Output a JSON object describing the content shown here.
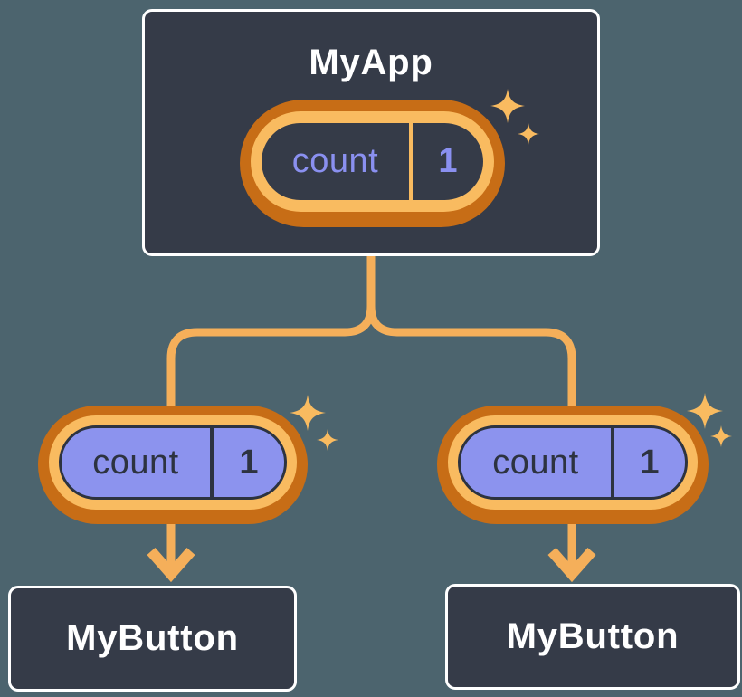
{
  "diagram": {
    "parent": {
      "title": "MyApp",
      "state_label": "count",
      "state_value": "1"
    },
    "children": [
      {
        "title": "MyButton",
        "state_label": "count",
        "state_value": "1"
      },
      {
        "title": "MyButton",
        "state_label": "count",
        "state_value": "1"
      }
    ]
  },
  "icons": {
    "sparkle": "four-point-star",
    "arrow_down": "chevron-arrow"
  },
  "colors": {
    "background": "#4C646E",
    "panel": "#353B48",
    "panel_border": "#FFFFFF",
    "ring_outer_orange": "#C76D16",
    "ring_inner_orange": "#F9BB60",
    "connector_orange": "#F5AF5A",
    "state_purple_text": "#8A90F0",
    "prop_purple_fill": "#8C93EE",
    "dark_text": "#2D3340",
    "title_text": "#FFFFFF"
  }
}
